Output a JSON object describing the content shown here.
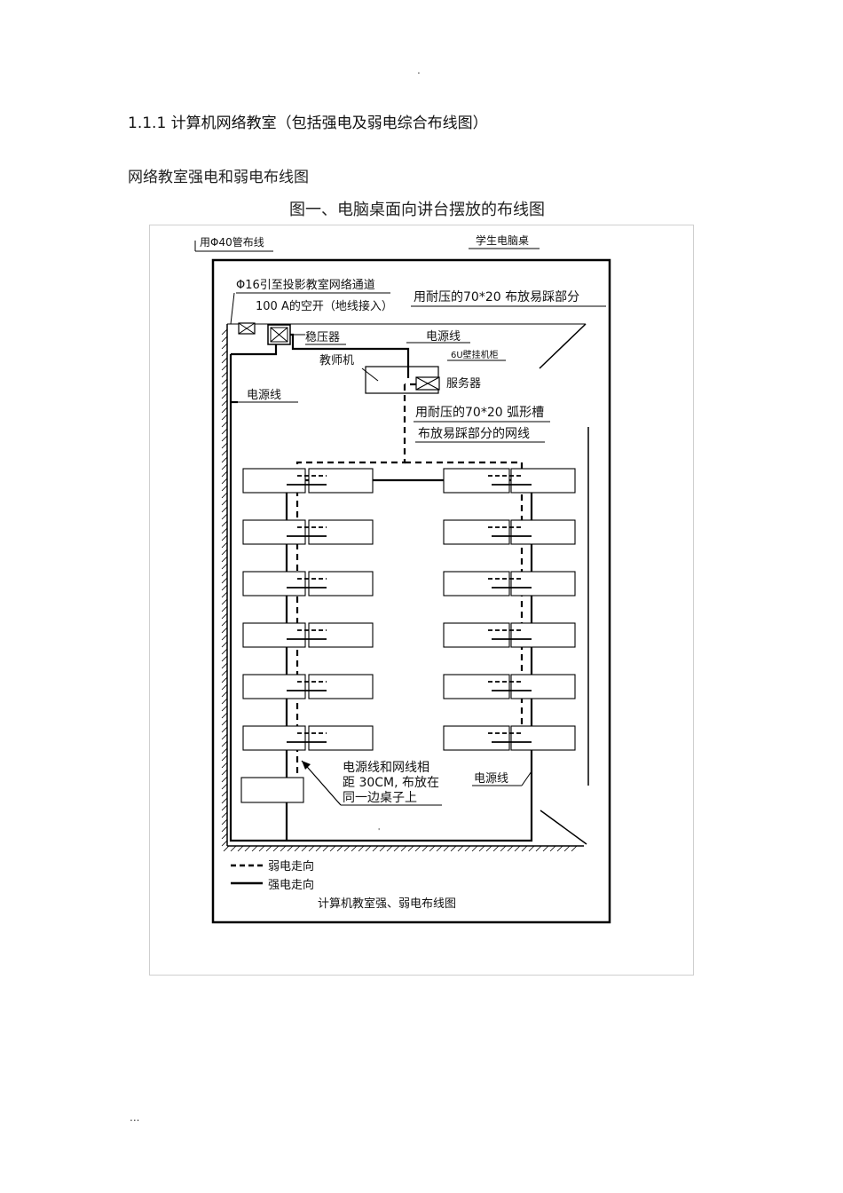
{
  "page": {
    "header_mark": ".",
    "heading": "1.1.1 计算机网络教室（包括强电及弱电综合布线图）",
    "subtitle": "网络教室强电和弱电布线图",
    "figure_caption": "图一、电脑桌面向讲台摆放的布线图",
    "footer_mark": "..."
  },
  "diagram": {
    "labels": {
      "pipe": "用Φ40管布线",
      "student_desks": "学生电脑桌",
      "channel": "Φ16引至投影教室网络通道",
      "breaker": "100 A的空开（地线接入）",
      "trough1": "用耐压的70*20  布放易踩部分",
      "regulator": "稳压器",
      "power_line_top": "电源线",
      "cabinet": "6U壁挂机柜",
      "teacher_pc": "教师机",
      "server": "服务器",
      "power_line_left": "电源线",
      "trough2_line1": "用耐压的70*20 弧形槽",
      "trough2_line2": "布放易踩部分的网线",
      "note_line1": "电源线和网线相",
      "note_line2": "距 30CM, 布放在",
      "note_line3": "同一边桌子上",
      "power_line_right": "电源线",
      "legend_weak": "弱电走向",
      "legend_strong": "强电走向",
      "diagram_title": "计算机教室强、弱电布线图"
    }
  }
}
